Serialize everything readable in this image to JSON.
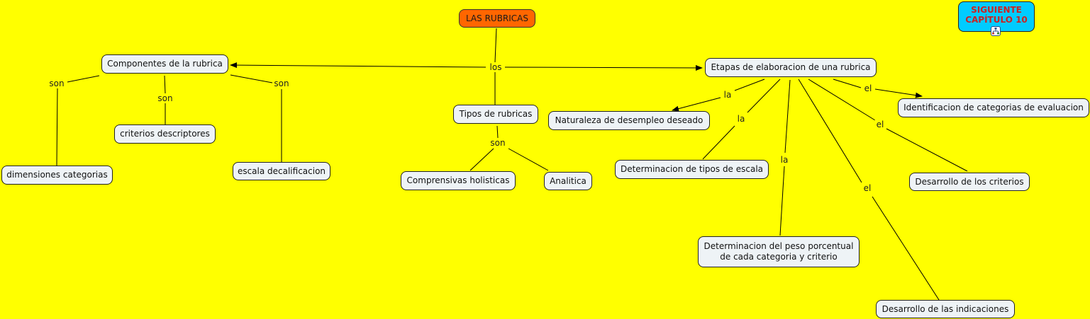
{
  "nodes": {
    "root": "LAS RUBRICAS",
    "next_chapter": "SIGUIENTE\nCAPÍTULO 10",
    "componentes": "Componentes de la rubrica",
    "tipos": "Tipos de rubricas",
    "etapas": "Etapas de elaboracion de una rubrica",
    "dimensiones": "dimensiones categorias",
    "criterios_desc": "criterios descriptores",
    "escala": "escala decalificacion",
    "holisticas": "Comprensivas holisticas",
    "analitica": "Analitica",
    "naturaleza": "Naturaleza  de desempleo deseado",
    "det_escala": "Determinacion de tipos de escala",
    "peso": "Determinacion del peso porcentual\nde cada categoria y criterio",
    "identificacion": "Identificacion de categorias de evaluacion",
    "des_criterios": "Desarrollo de los criterios",
    "des_indicaciones": "Desarrollo de las indicaciones"
  },
  "links": {
    "los": "los",
    "son_1": "son",
    "son_2": "son",
    "son_3": "son",
    "son_4": "son",
    "la_1": "la",
    "la_2": "la",
    "la_3": "la",
    "el_1": "el",
    "el_2": "el",
    "el_3": "el"
  },
  "icons": {
    "submap": "concept-map-icon"
  },
  "colors": {
    "background": "#ffff00",
    "root": "#ff6600",
    "next_chapter": "#00ccff",
    "next_chapter_text": "#cc2222",
    "node": "#eef3f6"
  }
}
